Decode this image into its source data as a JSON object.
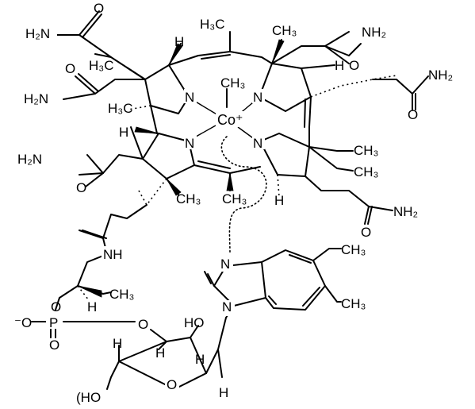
{
  "labels": {
    "amide_top_left": "H₂N",
    "amide_left_upper": "H₂N",
    "amide_left_mid": "H₂N",
    "amide_top_right": "NH₂",
    "amide_right_upper": "NH₂",
    "amide_right_lower": "NH₂",
    "oxygen": "O",
    "hydrogen": "H",
    "methyl": "CH₃",
    "methyl_h3c": "H₃C",
    "nitrogen": "N",
    "cobalt": "Co⁺",
    "nh": "NH",
    "phosphorus": "P",
    "o_minus": "⁻O",
    "hydroxyl": "HO",
    "hydroxyl_bottom": "(HO"
  }
}
